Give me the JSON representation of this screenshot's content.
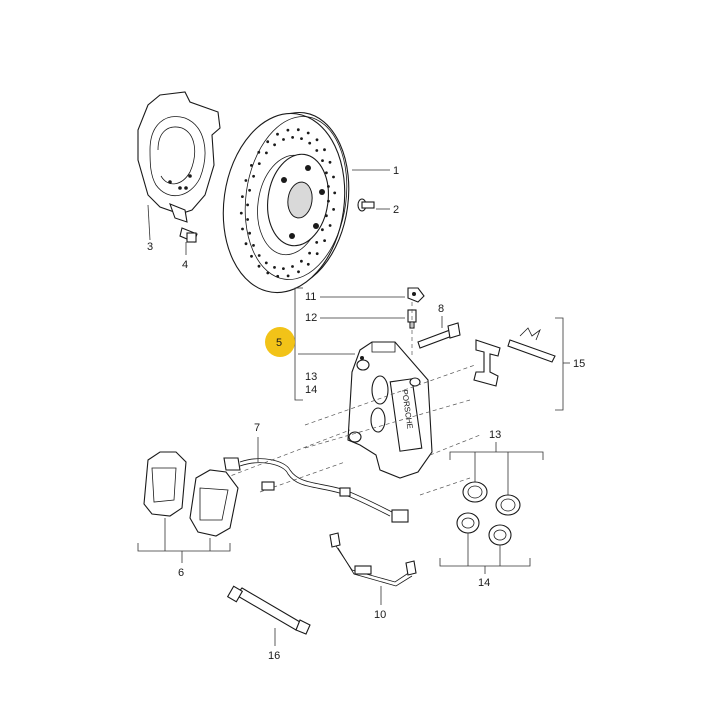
{
  "labels": {
    "p1": "1",
    "p2": "2",
    "p3": "3",
    "p4": "4",
    "p5": "5",
    "p6": "6",
    "p7": "7",
    "p8": "8",
    "p10": "10",
    "p11": "11",
    "p12": "12",
    "p13_group": "13",
    "p14_group": "14",
    "p13_side": "13",
    "p14_side": "14",
    "p15": "15",
    "p16": "16"
  },
  "caliper_brand": "PORSCHE",
  "highlight_color": "#f2c318"
}
